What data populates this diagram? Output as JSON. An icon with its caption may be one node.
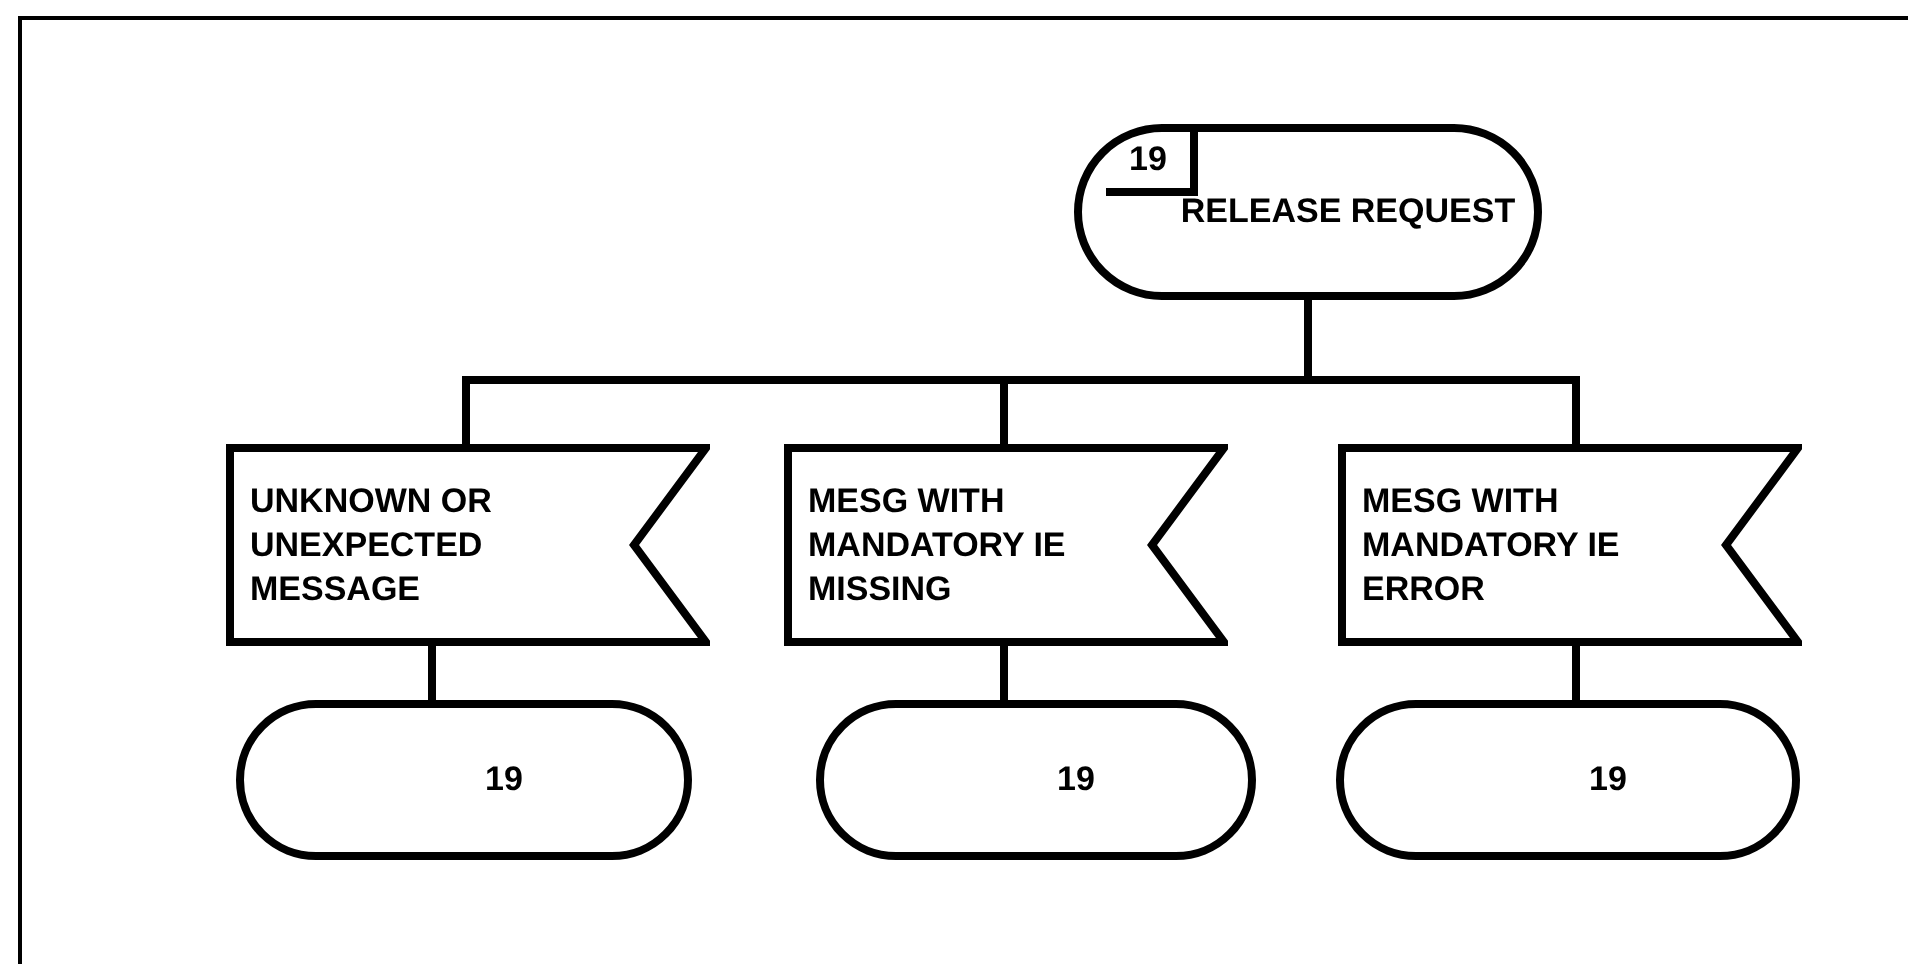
{
  "diagram": {
    "nodes": [
      {
        "text": [
          "RELEASE REQUEST"
        ]
      },
      {
        "text": [
          "19"
        ],
        "in": 0
      },
      {
        "text": [
          "UNKNOWN OR UNEXPECTED MESSAGE"
        ]
      },
      {
        "text": [
          "MESG WITH MANDATORY IE MISSING"
        ]
      },
      {
        "text": [
          "MESG WITH MANDATORY IE ERROR"
        ]
      },
      {
        "text": [
          "19"
        ]
      },
      {
        "text": [
          "19"
        ]
      },
      {
        "text": [
          "19"
        ]
      }
    ],
    "edges": [
      {
        "from": 0,
        "to": 2,
        "arrow": "none"
      },
      {
        "from": 0,
        "to": 3,
        "arrow": "none"
      },
      {
        "from": 0,
        "to": 4,
        "arrow": "none"
      },
      {
        "from": 2,
        "to": 5,
        "arrow": "none"
      },
      {
        "from": 3,
        "to": 6,
        "arrow": "none"
      },
      {
        "from": 4,
        "to": 7,
        "arrow": "none"
      }
    ]
  }
}
